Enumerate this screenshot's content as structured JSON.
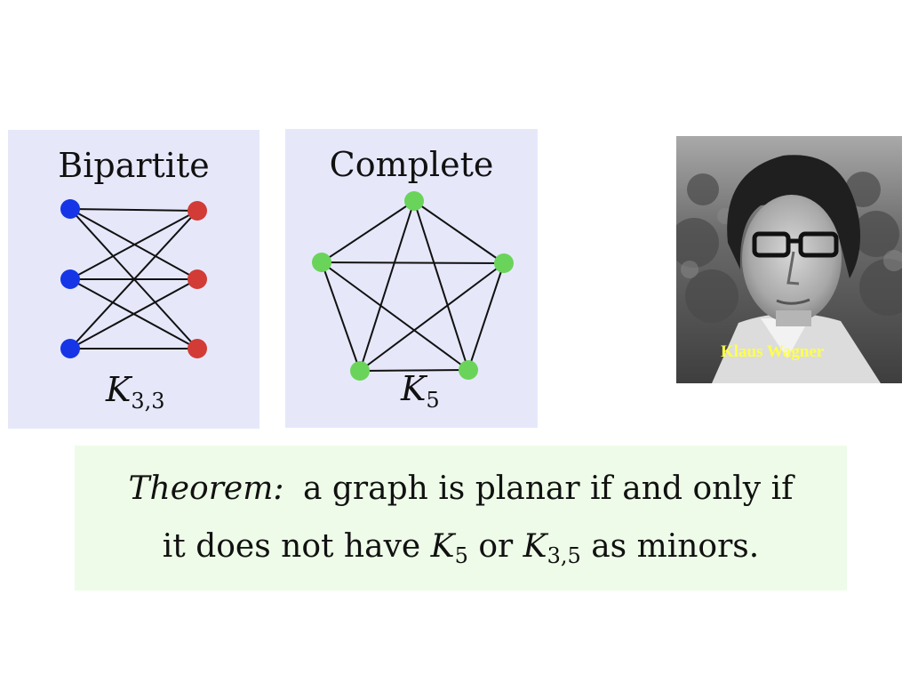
{
  "panels": {
    "bipartite": {
      "title": "Bipartite",
      "graph_symbol": "K",
      "graph_subscript": "3,3",
      "left_color": "#1535e6",
      "right_color": "#d23b36"
    },
    "complete": {
      "title": "Complete",
      "graph_symbol": "K",
      "graph_subscript": "5",
      "node_color": "#6ad45a"
    }
  },
  "photo": {
    "caption": "Klaus Wagner"
  },
  "theorem": {
    "label": "Theorem:",
    "line1_text": "a graph is planar if and only if",
    "line2_prefix": "it does not have",
    "line2_k5_symbol": "K",
    "line2_k5_sub": "5",
    "line2_or": "or",
    "line2_k35_symbol": "K",
    "line2_k35_sub": "3,5",
    "line2_suffix": "as minors."
  }
}
